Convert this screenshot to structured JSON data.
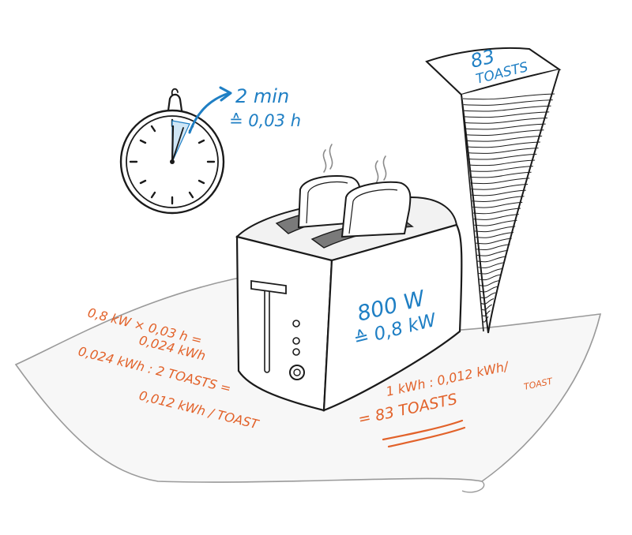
{
  "timer": {
    "duration": "2 min",
    "hours": "≙ 0,03 h"
  },
  "toaster": {
    "power_w": "800 W",
    "power_kw": "≙ 0,8 kW"
  },
  "stack": {
    "count": "83",
    "unit": "TOASTS"
  },
  "calc": {
    "line1": "0,8 kW × 0,03 h =",
    "line2": "0,024 kWh",
    "line3": "0,024 kWh : 2 TOASTS =",
    "line4": "0,012 kWh / TOAST",
    "line5": "1 kWh : 0,012 kWh/",
    "line5b": "TOAST",
    "result": "= 83 TOASTS"
  },
  "colors": {
    "blue": "#1f7fc4",
    "orange": "#e2622a",
    "ink": "#1a1a1a"
  }
}
